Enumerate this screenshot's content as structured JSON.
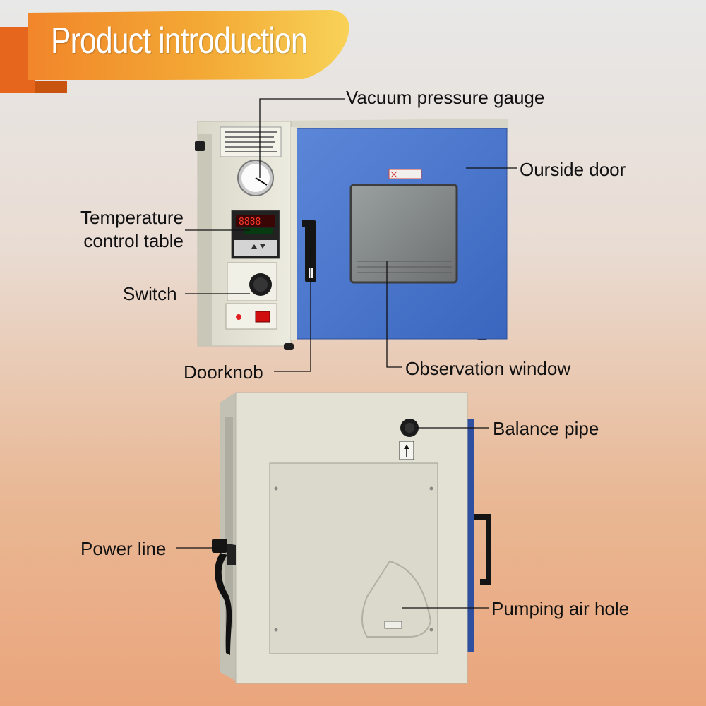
{
  "banner": {
    "title": "Product introduction"
  },
  "front_labels": {
    "vacuum_gauge": "Vacuum pressure gauge",
    "outside_door": "Ourside door",
    "temp_control_line1": "Temperature",
    "temp_control_line2": "control table",
    "switch": "Switch",
    "doorknob": "Doorknob",
    "observation_window": "Observation window"
  },
  "back_labels": {
    "balance_pipe": "Balance pipe",
    "power_line": "Power line",
    "pumping_air_hole": "Pumping air hole"
  },
  "colors": {
    "banner_orange": "#f08a1e",
    "banner_yellow": "#f6c545",
    "door_blue": "#4a78d0",
    "cabinet_beige": "#e7e5d6"
  }
}
